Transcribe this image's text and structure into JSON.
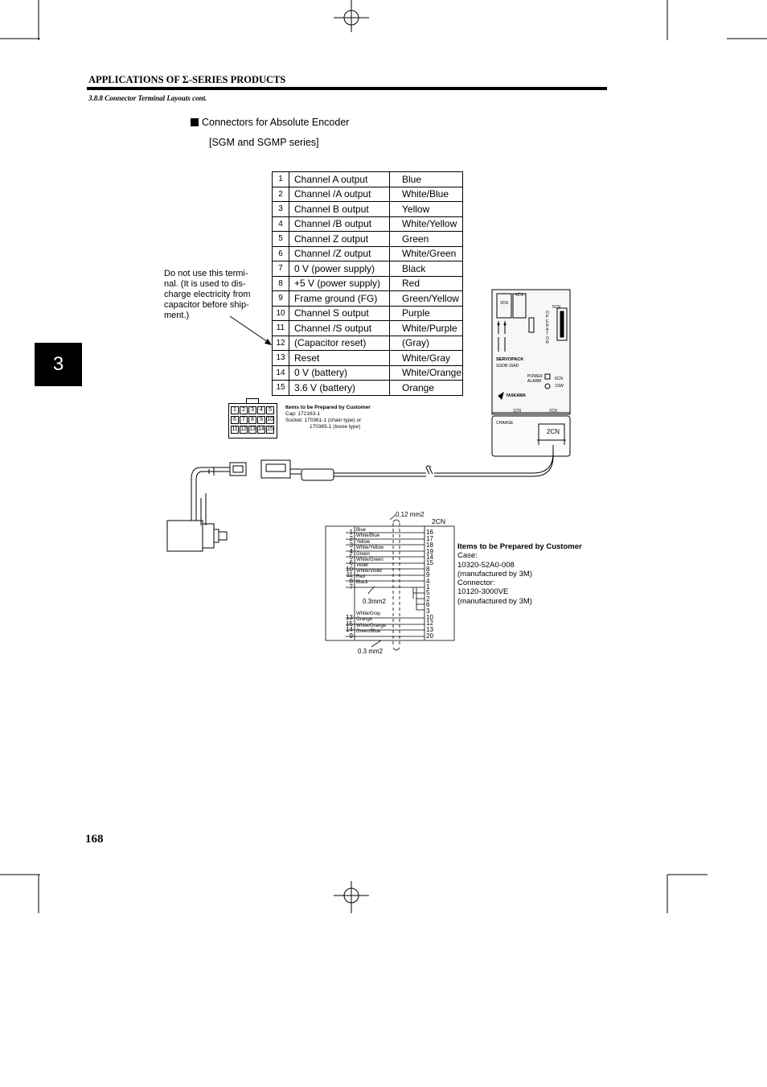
{
  "header": {
    "title": "APPLICATIONS OF Σ-SERIES PRODUCTS",
    "subtitle": "3.8.8 Connector Terminal Layouts cont."
  },
  "chapter_tab": "3",
  "section": {
    "heading": "Connectors for Absolute Encoder",
    "series": "[SGM and SGMP series]"
  },
  "pin_table": [
    {
      "pin": "1",
      "signal": "Channel A output",
      "color": "Blue"
    },
    {
      "pin": "2",
      "signal": "Channel /A output",
      "color": "White/Blue"
    },
    {
      "pin": "3",
      "signal": "Channel B output",
      "color": "Yellow"
    },
    {
      "pin": "4",
      "signal": "Channel /B output",
      "color": "White/Yellow"
    },
    {
      "pin": "5",
      "signal": "Channel Z output",
      "color": "Green"
    },
    {
      "pin": "6",
      "signal": "Channel /Z output",
      "color": "White/Green"
    },
    {
      "pin": "7",
      "signal": "0 V (power supply)",
      "color": "Black"
    },
    {
      "pin": "8",
      "signal": "+5 V (power supply)",
      "color": "Red"
    },
    {
      "pin": "9",
      "signal": "Frame ground (FG)",
      "color": "Green/Yellow"
    },
    {
      "pin": "10",
      "signal": "Channel S output",
      "color": "Purple"
    },
    {
      "pin": "11",
      "signal": "Channel /S output",
      "color": "White/Purple"
    },
    {
      "pin": "12",
      "signal": "(Capacitor reset)",
      "color": "(Gray)"
    },
    {
      "pin": "13",
      "signal": "Reset",
      "color": "White/Gray"
    },
    {
      "pin": "14",
      "signal": "0 V (battery)",
      "color": "White/Orange"
    },
    {
      "pin": "15",
      "signal": "3.6 V (battery)",
      "color": "Orange"
    }
  ],
  "note": {
    "line1": "Do not use this termi-",
    "line2": "nal. (It is used to dis-",
    "line3": "charge electricity from",
    "line4": "capacitor before ship-",
    "line5": "ment.)"
  },
  "connector_items": {
    "title": "Items to be Prepared by Customer",
    "cap": "Cap:      172163-1",
    "socket": "Socket:  170361-1 (chain type) or",
    "socket2": "170365-1 (loose type)",
    "pins_row1": [
      "1",
      "2",
      "3",
      "4",
      "5"
    ],
    "pins_row2": [
      "6",
      "7",
      "8",
      "9",
      "10"
    ],
    "pins_row3": [
      "11",
      "12",
      "13",
      "14",
      "15"
    ]
  },
  "servopack": {
    "cn4": "4CN",
    "cn5": "5CN",
    "operator": "OPERATOR",
    "name": "SERVOPACK",
    "model": "SGDB-15AD",
    "power": "POWER",
    "alarm": "ALARM",
    "cn6": "6CN",
    "sw": "1SW",
    "brand": "YASKAWA",
    "cn1": "1CN",
    "cn2_top": "2CN",
    "charge": "CHARGE",
    "cn2_port": "2CN",
    "cn3": "3CN"
  },
  "wiring": {
    "top_gauge": "0.12 mm2",
    "cn_label": "2CN",
    "mid_gauge": "0.3mm2",
    "bottom_gauge": "0.3 mm2",
    "left_pins": [
      "1",
      "2",
      "3",
      "4",
      "5",
      "6",
      "10",
      "11",
      "8",
      "7",
      "13",
      "15",
      "14",
      "9"
    ],
    "wires": [
      "Blue",
      "White/Blue",
      "Yellow",
      "White/Yellow",
      "Green",
      "White/Green",
      "Violet",
      "White/Violet",
      "Red",
      "Black",
      "White/Gray",
      "Orange",
      "White/Orange",
      "Green/Blue"
    ],
    "right_pins": [
      "16",
      "17",
      "18",
      "19",
      "14",
      "15",
      "8",
      "9",
      "1",
      "4",
      "5",
      "2",
      "6",
      "3",
      "10",
      "12",
      "13",
      "20"
    ]
  },
  "customer_items_2cn": {
    "title": "Items to be Prepared by Customer",
    "case_label": "Case:",
    "case_part": "10320-52A0-008",
    "case_mfr": "(manufactured by 3M)",
    "connector_label": "Connector:",
    "connector_part": "10120-3000VE",
    "connector_mfr": "(manufactured by 3M)"
  },
  "page_number": "168"
}
